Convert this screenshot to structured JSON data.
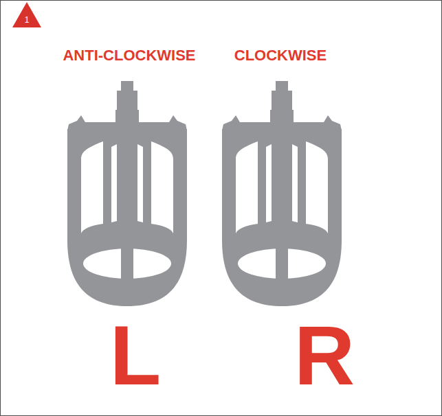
{
  "diagram": {
    "labels": [
      "1",
      "ANTI-CLOCKWISE",
      "CLOCKWISE",
      "L",
      "R"
    ]
  }
}
